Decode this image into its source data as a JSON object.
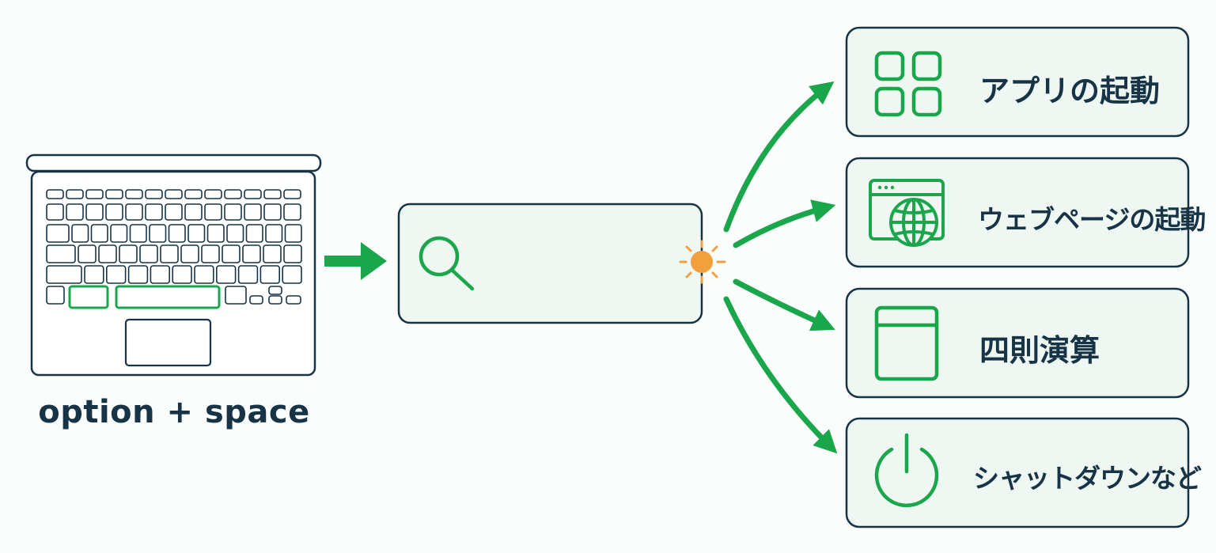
{
  "shortcut": {
    "label": "option + space"
  },
  "search_bar": {
    "icon": "search-icon"
  },
  "results": [
    {
      "label": "アプリの起動",
      "icon": "app-grid-icon"
    },
    {
      "label": "ウェブページの起動",
      "icon": "browser-globe-icon"
    },
    {
      "label": "四則演算",
      "icon": "calculator-icon"
    },
    {
      "label": "シャットダウンなど",
      "icon": "power-icon"
    }
  ],
  "colors": {
    "accent": "#1aa64a",
    "outline": "#173447",
    "spark": "#f2a03d",
    "panel_fill": "#eef7f2"
  }
}
